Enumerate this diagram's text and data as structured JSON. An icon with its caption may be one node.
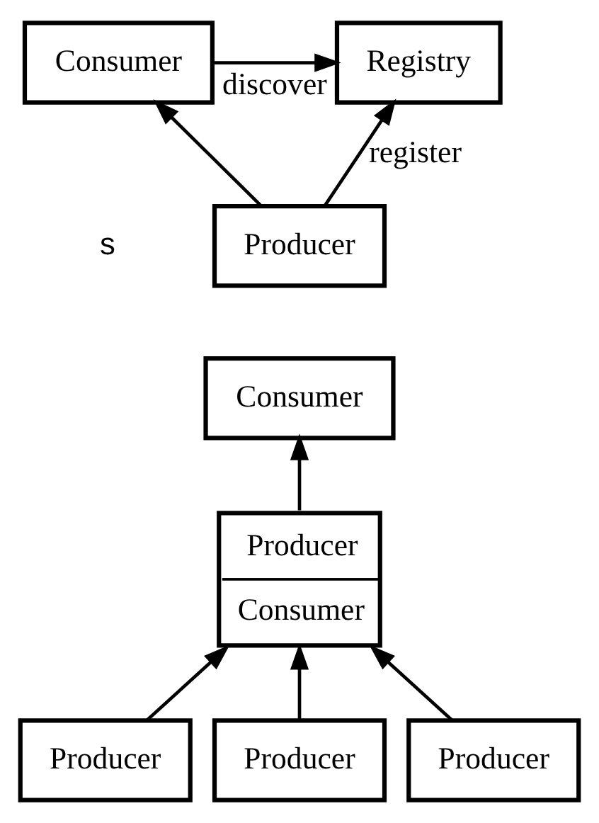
{
  "diagram": {
    "nodes": [
      {
        "text": [
          "Consumer"
        ]
      },
      {
        "text": [
          "Registry"
        ]
      },
      {
        "text": [
          "Producer"
        ]
      },
      {
        "text": [
          "Consumer"
        ]
      },
      {
        "text": [
          "Producer",
          "Consumer"
        ]
      },
      {
        "text": [
          "Producer"
        ]
      },
      {
        "text": [
          "Producer"
        ]
      },
      {
        "text": [
          "Producer"
        ]
      }
    ],
    "edges": [
      {
        "from": 2,
        "to": 0,
        "arrow": "to"
      },
      {
        "from": 0,
        "to": 1,
        "arrow": "to",
        "label": "discover"
      },
      {
        "from": 2,
        "to": 1,
        "arrow": "to",
        "label": "register"
      },
      {
        "from": 4,
        "to": 3,
        "arrow": "to"
      },
      {
        "from": 5,
        "to": 4,
        "arrow": "to"
      },
      {
        "from": 6,
        "to": 4,
        "arrow": "to"
      },
      {
        "from": 7,
        "to": 4,
        "arrow": "to"
      }
    ],
    "labels": [
      "s"
    ]
  }
}
